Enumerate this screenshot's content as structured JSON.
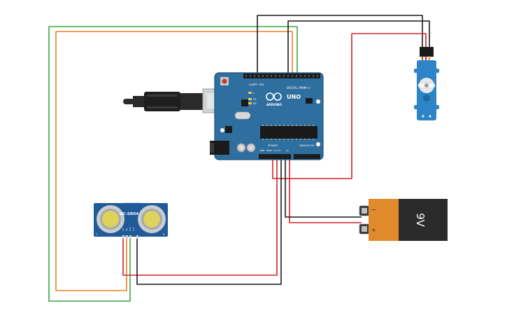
{
  "colors": {
    "board": "#2f6f9f",
    "board_dark": "#1f4f78",
    "header": "#1c1c1c",
    "wire_red": "#d2232a",
    "wire_black": "#1a1a1a",
    "wire_orange": "#e8822a",
    "wire_green": "#3aa845",
    "servo": "#2d84c6",
    "sensor": "#1f5a99",
    "battery_orange": "#e08a2c",
    "battery_black": "#2b2b2b"
  },
  "arduino": {
    "logo": "ARDUINO",
    "model": "UNO",
    "digital_label": "DIGITAL (PWM~)",
    "power_label": "POWER",
    "analog_label": "ANALOG IN",
    "aref_label": "AREF",
    "gnd_label": "GND",
    "ioref_label": "IOREF",
    "reset_label": "RESET",
    "v33_label": "3.3V",
    "v5_label": "5V",
    "vin_label": "Vin",
    "led_l": "L",
    "led_tx": "TX",
    "led_rx": "RX",
    "on_label": "ON"
  },
  "sensor": {
    "model": "HC-SR04",
    "pin_labels": [
      "Vcc",
      "Trig",
      "Echo",
      "Gnd"
    ],
    "corner_left": "T",
    "corner_right": "R"
  },
  "battery": {
    "label": "9V",
    "minus": "−",
    "plus": "+"
  },
  "icons": {
    "usb": "usb-cable-icon",
    "servo": "servo-motor-icon"
  }
}
